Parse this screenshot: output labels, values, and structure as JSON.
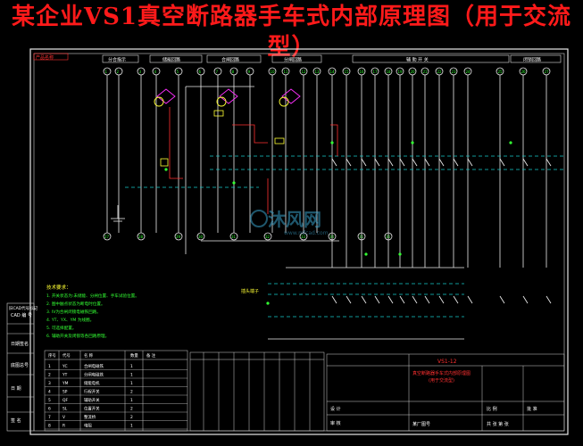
{
  "title": "某企业VS1真空断路器手车式内部原理图（用于交流型）",
  "watermark": {
    "brand": "沐风网",
    "url": "www.mfcad.com"
  },
  "header_tag": "产品名称",
  "left_sidebar": {
    "labels": [
      "旧CAD代号标记",
      "CAD 编 号",
      "日期签名",
      "底图总号",
      "日 期",
      "签 名"
    ]
  },
  "terminal_numbers": {
    "top": [
      "1",
      "2",
      "3",
      "4",
      "5",
      "6",
      "7",
      "8",
      "9",
      "10",
      "11",
      "12",
      "13",
      "14",
      "15",
      "16",
      "17",
      "18",
      "19",
      "20",
      "21",
      "22",
      "23",
      "24",
      "25",
      "26",
      "27"
    ],
    "bottom": [
      "27",
      "28",
      "29",
      "30",
      "31",
      "32",
      "33",
      "34",
      "35",
      "36"
    ]
  },
  "section_titles": [
    "分合指示",
    "储能回路",
    "合闸回路",
    "分闸回路",
    "辅 助 开 关",
    "闭锁回路"
  ],
  "notes": {
    "heading": "技术要求：",
    "lines": [
      "1. 开关状态为:未储能、分闸位置、手车试验位置。",
      "2. 图中触点状态为断电时位置。",
      "3. IV为合闸闭锁电磁铁回路。",
      "4. YT、YX、YM 为线圈。",
      "5. 可选择配置。",
      "6. 辅助开关及闭锁等各回路原理。"
    ]
  },
  "component_table": {
    "headers": [
      "序号",
      "代号",
      "名 称",
      "数量",
      "备 注"
    ],
    "rows": [
      [
        "1",
        "YC",
        "合闸电磁铁",
        "1",
        ""
      ],
      [
        "2",
        "YT",
        "分闸电磁铁",
        "1",
        ""
      ],
      [
        "3",
        "YM",
        "储能电机",
        "1",
        ""
      ],
      [
        "4",
        "SP",
        "行程开关",
        "2",
        ""
      ],
      [
        "5",
        "QF",
        "辅助开关",
        "1",
        ""
      ],
      [
        "6",
        "SL",
        "位置开关",
        "2",
        ""
      ],
      [
        "7",
        "V",
        "整流桥",
        "2",
        ""
      ],
      [
        "8",
        "R",
        "电阻",
        "1",
        ""
      ]
    ]
  },
  "terminal_strip_label": "插头端子",
  "title_block": {
    "code": "VS1-12",
    "name": "真空断路器手车式内部原理图",
    "sub": "(用于交流型)",
    "company": "某厂图号",
    "designer": "设 计",
    "checker": "审 核",
    "approver": "批 准",
    "scale": "比 例",
    "sheet": "共 张 第 张"
  }
}
